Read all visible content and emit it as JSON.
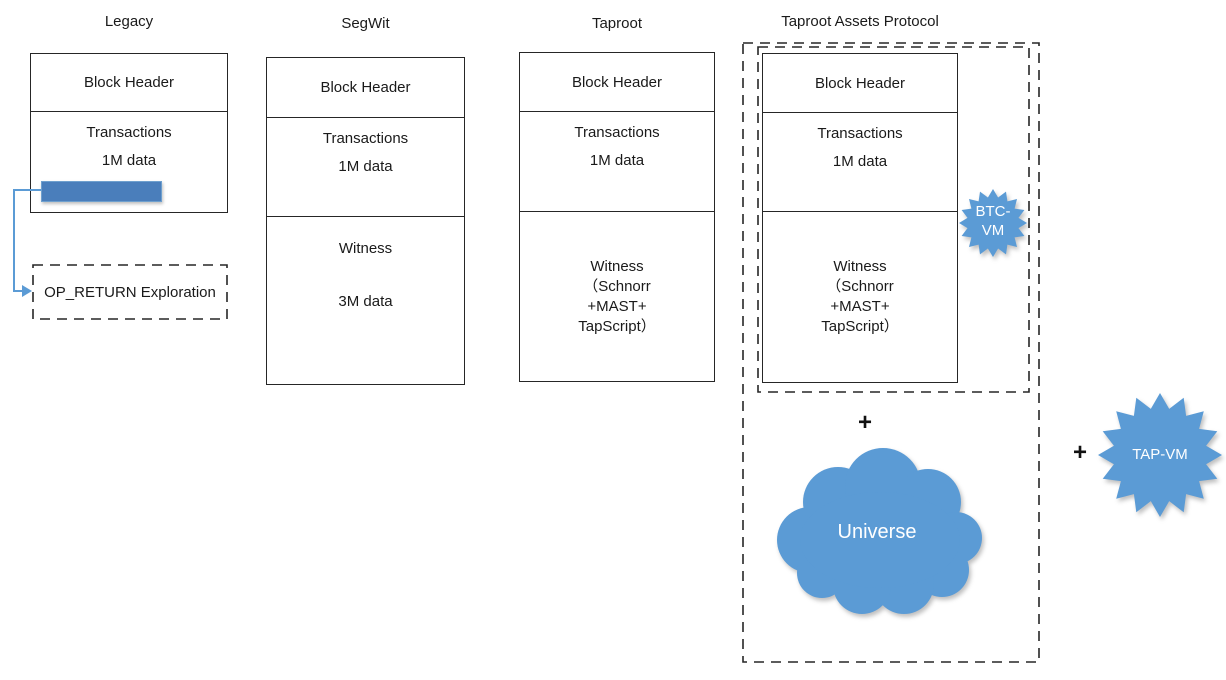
{
  "diagram": {
    "columns": [
      {
        "title": "Legacy",
        "sections": {
          "header": "Block Header",
          "transactions": "Transactions",
          "transactions_size": "1M data"
        },
        "op_return_label": "OP_RETURN Exploration"
      },
      {
        "title": "SegWit",
        "sections": {
          "header": "Block Header",
          "transactions": "Transactions",
          "transactions_size": "1M data",
          "witness": "Witness",
          "witness_size": "3M data"
        }
      },
      {
        "title": "Taproot",
        "sections": {
          "header": "Block Header",
          "transactions": "Transactions",
          "transactions_size": "1M data",
          "witness_lines": [
            "Witness",
            "（Schnorr",
            "+MAST+",
            "TapScript）"
          ]
        }
      },
      {
        "title": "Taproot Assets Protocol",
        "sections": {
          "header": "Block Header",
          "transactions": "Transactions",
          "transactions_size": "1M data",
          "witness_lines": [
            "Witness",
            "（Schnorr",
            "+MAST+",
            "TapScript）"
          ]
        },
        "btc_vm": {
          "line1": "BTC-",
          "line2": "VM"
        },
        "plus": "+",
        "cloud_label": "Universe"
      }
    ],
    "right_side": {
      "plus": "+",
      "tap_vm_label": "TAP-VM"
    },
    "colors": {
      "accent_blue": "#5B9BD5",
      "bar_blue": "#4A7EBB",
      "line_dark": "#262626",
      "star_text": "#ffffff"
    }
  }
}
